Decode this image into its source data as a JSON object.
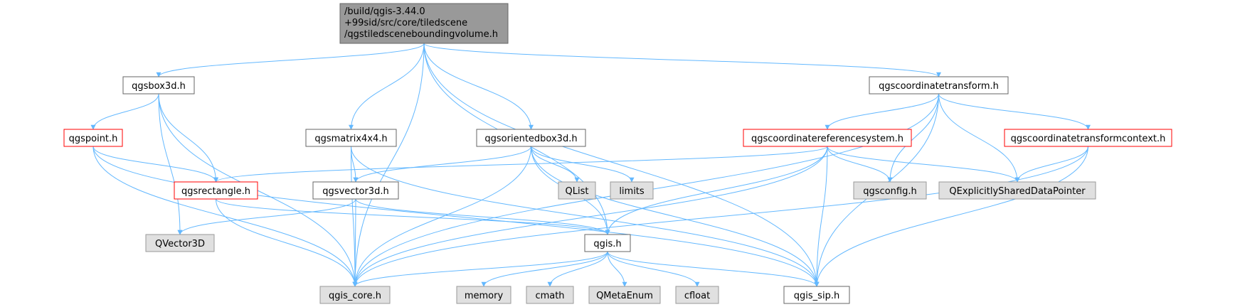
{
  "diagram": {
    "type": "include-dependency-graph",
    "colors": {
      "edge": "#63b8ff",
      "root_fill": "#999999",
      "node_border": "#666666",
      "red_border": "#ff0000",
      "ext_fill": "#e0e0e0"
    },
    "nodes": [
      {
        "id": "root",
        "lines": [
          "/build/qgis-3.44.0",
          "+99sid/src/core/tiledscene",
          "/qgstiledsceneboundingvolume.h"
        ],
        "kind": "root"
      },
      {
        "id": "qgsbox3d",
        "lines": [
          "qgsbox3d.h"
        ],
        "kind": "normal"
      },
      {
        "id": "qgspoint",
        "lines": [
          "qgspoint.h"
        ],
        "kind": "red"
      },
      {
        "id": "qgsrectangle",
        "lines": [
          "qgsrectangle.h"
        ],
        "kind": "red"
      },
      {
        "id": "qvector3d",
        "lines": [
          "QVector3D"
        ],
        "kind": "ext"
      },
      {
        "id": "qgismatrix",
        "lines": [
          "qgsmatrix4x4.h"
        ],
        "kind": "normal"
      },
      {
        "id": "qgsvector3d",
        "lines": [
          "qgsvector3d.h"
        ],
        "kind": "normal"
      },
      {
        "id": "qgsorientedbox3d",
        "lines": [
          "qgsorientedbox3d.h"
        ],
        "kind": "normal"
      },
      {
        "id": "qlist",
        "lines": [
          "QList"
        ],
        "kind": "ext"
      },
      {
        "id": "limits",
        "lines": [
          "limits"
        ],
        "kind": "ext"
      },
      {
        "id": "qgscoordinatetransform",
        "lines": [
          "qgscoordinatetransform.h"
        ],
        "kind": "normal"
      },
      {
        "id": "qgscrs",
        "lines": [
          "qgscoordinatereferencesystem.h"
        ],
        "kind": "red"
      },
      {
        "id": "qgsctc",
        "lines": [
          "qgscoordinatetransformcontext.h"
        ],
        "kind": "red"
      },
      {
        "id": "qgsconfig",
        "lines": [
          "qgsconfig.h"
        ],
        "kind": "ext"
      },
      {
        "id": "qesdp",
        "lines": [
          "QExplicitlySharedDataPointer"
        ],
        "kind": "ext"
      },
      {
        "id": "qgis",
        "lines": [
          "qgis.h"
        ],
        "kind": "normal"
      },
      {
        "id": "qgis_core",
        "lines": [
          "qgis_core.h"
        ],
        "kind": "ext"
      },
      {
        "id": "memory",
        "lines": [
          "memory"
        ],
        "kind": "ext"
      },
      {
        "id": "cmath",
        "lines": [
          "cmath"
        ],
        "kind": "ext"
      },
      {
        "id": "qmetaenum",
        "lines": [
          "QMetaEnum"
        ],
        "kind": "ext"
      },
      {
        "id": "cfloat",
        "lines": [
          "cfloat"
        ],
        "kind": "ext"
      },
      {
        "id": "qgis_sip",
        "lines": [
          "qgis_sip.h"
        ],
        "kind": "normal"
      }
    ],
    "edges": [
      [
        "root",
        "qgsbox3d"
      ],
      [
        "root",
        "qgis_core"
      ],
      [
        "root",
        "qgismatrix"
      ],
      [
        "root",
        "qgis"
      ],
      [
        "root",
        "qgsorientedbox3d"
      ],
      [
        "root",
        "qgscoordinatetransform"
      ],
      [
        "root",
        "qgis_sip"
      ],
      [
        "qgsbox3d",
        "qgspoint"
      ],
      [
        "qgsbox3d",
        "qgsrectangle"
      ],
      [
        "qgsbox3d",
        "qvector3d"
      ],
      [
        "qgsbox3d",
        "qgis_core"
      ],
      [
        "qgspoint",
        "qgsrectangle"
      ],
      [
        "qgspoint",
        "qgis_core"
      ],
      [
        "qgspoint",
        "qgis_sip"
      ],
      [
        "qgsrectangle",
        "qgis"
      ],
      [
        "qgsrectangle",
        "qgis_core"
      ],
      [
        "qgismatrix",
        "qgsvector3d"
      ],
      [
        "qgismatrix",
        "qgis_core"
      ],
      [
        "qgismatrix",
        "qgis_sip"
      ],
      [
        "qgsvector3d",
        "qvector3d"
      ],
      [
        "qgsvector3d",
        "qgis_core"
      ],
      [
        "qgsvector3d",
        "qgis"
      ],
      [
        "qgsorientedbox3d",
        "qgsvector3d"
      ],
      [
        "qgsorientedbox3d",
        "qlist"
      ],
      [
        "qgsorientedbox3d",
        "limits"
      ],
      [
        "qgsorientedbox3d",
        "qgis"
      ],
      [
        "qgsorientedbox3d",
        "qgis_core"
      ],
      [
        "qgsorientedbox3d",
        "qgis_sip"
      ],
      [
        "qgscoordinatetransform",
        "qgscrs"
      ],
      [
        "qgscoordinatetransform",
        "qgsctc"
      ],
      [
        "qgscoordinatetransform",
        "qgsconfig"
      ],
      [
        "qgscoordinatetransform",
        "qesdp"
      ],
      [
        "qgscoordinatetransform",
        "qgis_core"
      ],
      [
        "qgscoordinatetransform",
        "qgis_sip"
      ],
      [
        "qgscrs",
        "qgsrectangle"
      ],
      [
        "qgscrs",
        "qgsconfig"
      ],
      [
        "qgscrs",
        "qesdp"
      ],
      [
        "qgscrs",
        "qgis"
      ],
      [
        "qgscrs",
        "qgis_core"
      ],
      [
        "qgscrs",
        "qgis_sip"
      ],
      [
        "qgsctc",
        "qesdp"
      ],
      [
        "qgsctc",
        "qgis_core"
      ],
      [
        "qgsctc",
        "qgis_sip"
      ],
      [
        "qgis",
        "qgis_core"
      ],
      [
        "qgis",
        "memory"
      ],
      [
        "qgis",
        "cmath"
      ],
      [
        "qgis",
        "qmetaenum"
      ],
      [
        "qgis",
        "cfloat"
      ],
      [
        "qgis",
        "qgis_sip"
      ]
    ]
  }
}
